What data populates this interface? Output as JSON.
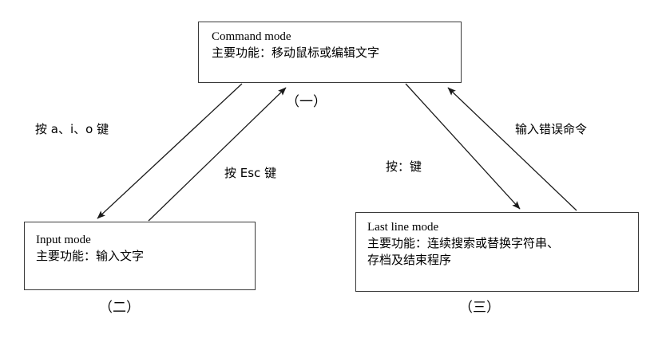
{
  "diagram": {
    "title": "vi editor mode transition diagram",
    "stroke_color": "#3a3a3a",
    "arrow_color": "#1a1a1a",
    "background": "#ffffff",
    "nodes": [
      {
        "id": "command",
        "title": "Command mode",
        "desc": "主要功能：移动鼠标或编辑文字",
        "index": "（一）"
      },
      {
        "id": "input",
        "title": "Input mode",
        "desc": "主要功能：输入文字",
        "index": "（二）"
      },
      {
        "id": "lastline",
        "title": "Last line mode",
        "desc_line1": "主要功能：连续搜索或替换字符串、",
        "desc_line2": "存档及结束程序",
        "index": "（三）"
      }
    ],
    "edges": [
      {
        "id": "command-to-input",
        "label": "按 a、i、o 键",
        "from": "command",
        "to": "input"
      },
      {
        "id": "input-to-command",
        "label": "按 Esc 键",
        "from": "input",
        "to": "command"
      },
      {
        "id": "command-to-lastline",
        "label": "按：键",
        "from": "command",
        "to": "lastline"
      },
      {
        "id": "lastline-to-command",
        "label": "输入错误命令",
        "from": "lastline",
        "to": "command"
      }
    ]
  }
}
